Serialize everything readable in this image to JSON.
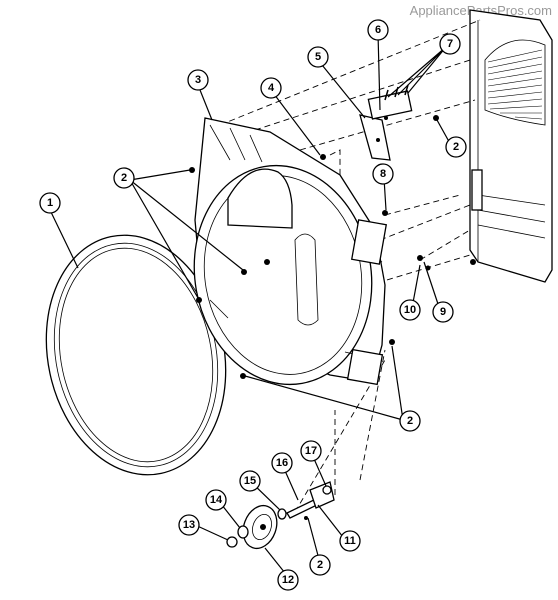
{
  "watermark": "AppliancePartsPros.com",
  "callouts": [
    {
      "id": "c1",
      "label": "1"
    },
    {
      "id": "c2a",
      "label": "2"
    },
    {
      "id": "c2b",
      "label": "2"
    },
    {
      "id": "c2c",
      "label": "2"
    },
    {
      "id": "c2d",
      "label": "2"
    },
    {
      "id": "c3",
      "label": "3"
    },
    {
      "id": "c4",
      "label": "4"
    },
    {
      "id": "c5",
      "label": "5"
    },
    {
      "id": "c6",
      "label": "6"
    },
    {
      "id": "c7",
      "label": "7"
    },
    {
      "id": "c8",
      "label": "8"
    },
    {
      "id": "c9",
      "label": "9"
    },
    {
      "id": "c10",
      "label": "10"
    },
    {
      "id": "c11",
      "label": "11"
    },
    {
      "id": "c12",
      "label": "12"
    },
    {
      "id": "c13",
      "label": "13"
    },
    {
      "id": "c14",
      "label": "14"
    },
    {
      "id": "c15",
      "label": "15"
    },
    {
      "id": "c16",
      "label": "16"
    },
    {
      "id": "c17",
      "label": "17"
    }
  ]
}
